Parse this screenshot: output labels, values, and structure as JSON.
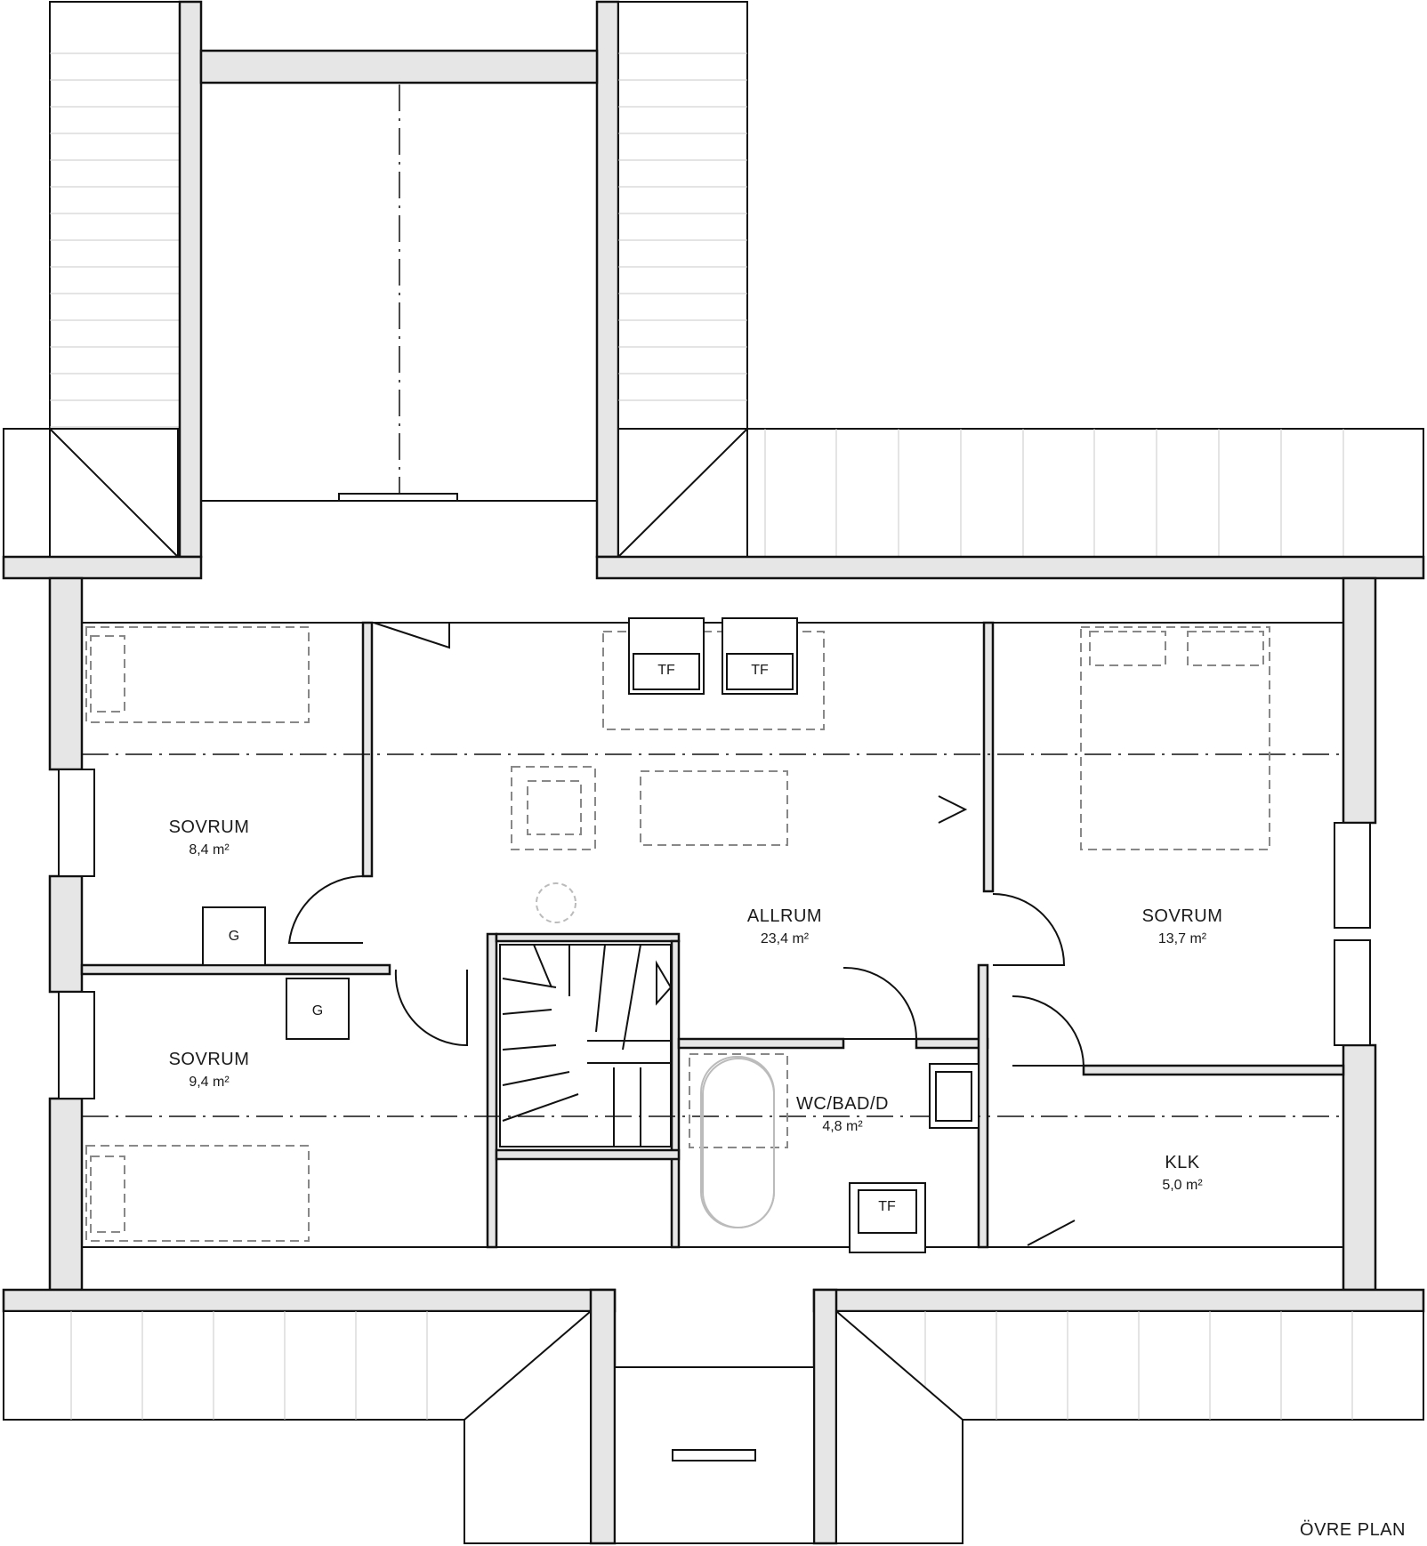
{
  "rooms": {
    "sovrum_1": {
      "name": "SOVRUM",
      "area": "8,4 m²"
    },
    "sovrum_2": {
      "name": "SOVRUM",
      "area": "9,4 m²"
    },
    "allrum": {
      "name": "ALLRUM",
      "area": "23,4 m²"
    },
    "sovrum_3": {
      "name": "SOVRUM",
      "area": "13,7 m²"
    },
    "wc_bad": {
      "name": "WC/BAD/D",
      "area": "4,8 m²"
    },
    "klk": {
      "name": "KLK",
      "area": "5,0 m²"
    }
  },
  "fixtures": {
    "wardrobe_label": "G",
    "tf_label": "TF"
  },
  "plan_title": "ÖVRE PLAN"
}
